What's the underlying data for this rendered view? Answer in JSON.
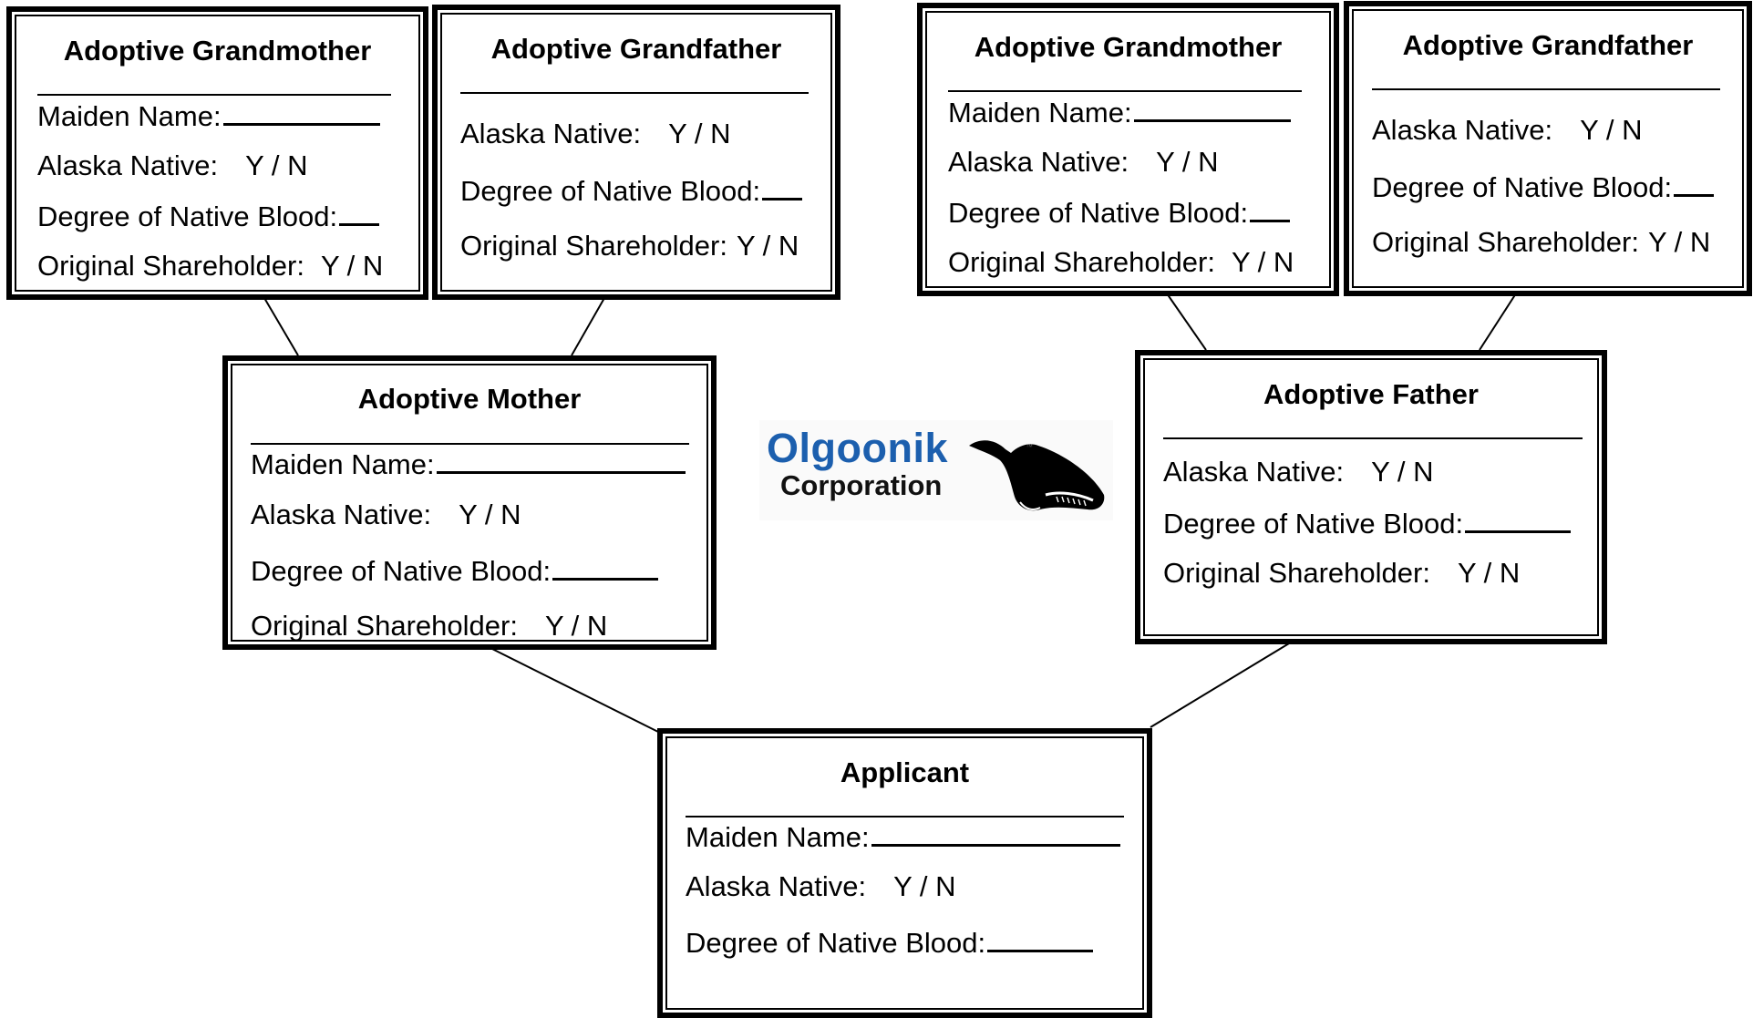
{
  "logo": {
    "name": "Olgoonik",
    "sub": "Corporation",
    "mark": "whale-icon",
    "tm": "™"
  },
  "labels": {
    "maiden_name": "Maiden Name:",
    "alaska_native": "Alaska Native:",
    "degree_blood": "Degree of Native Blood:",
    "original_shareholder": "Original Shareholder:",
    "yes_no": "Y / N"
  },
  "boxes": {
    "gm_mother_side": {
      "title": "Adoptive Grandmother"
    },
    "gf_mother_side": {
      "title": "Adoptive Grandfather"
    },
    "gm_father_side": {
      "title": "Adoptive Grandmother"
    },
    "gf_father_side": {
      "title": "Adoptive Grandfather"
    },
    "mother": {
      "title": "Adoptive Mother"
    },
    "father": {
      "title": "Adoptive Father"
    },
    "applicant": {
      "title": "Applicant"
    }
  },
  "colors": {
    "logo_blue": "#1c5fae",
    "ink": "#000000"
  }
}
